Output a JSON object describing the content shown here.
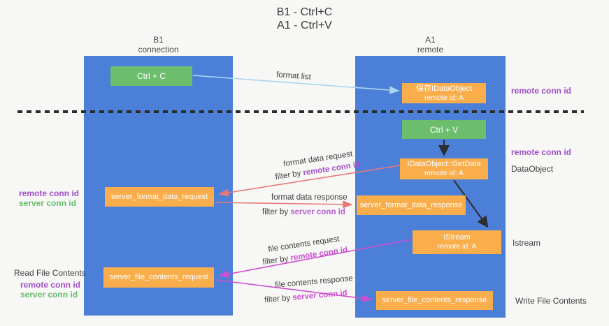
{
  "title": {
    "line1": "B1 - Ctrl+C",
    "line2": "A1 - Ctrl+V"
  },
  "columns": {
    "left": {
      "name": "B1",
      "subtitle": "connection"
    },
    "right": {
      "name": "A1",
      "subtitle": "remote"
    }
  },
  "boxes": {
    "ctrl_c": "Ctrl + C",
    "ctrl_v": "Ctrl + V",
    "save_idataobject": {
      "line1": "保存IDataObject",
      "line2": "remote id: A"
    },
    "getdata": {
      "line1": "IDataObject::GetData",
      "line2": "remote id: A"
    },
    "istream": {
      "line1": "IStream",
      "line2": "remote id: A"
    },
    "format_request": "server_format_data_request",
    "format_response": "server_format_data_response",
    "file_request": "server_file_contents_request",
    "file_response": "server_file_contents_response"
  },
  "arrow_labels": {
    "format_list": "format list",
    "format_data_request": "format data request",
    "format_data_response": "format data response",
    "file_contents_request": "file contents request",
    "file_contents_response": "file contents response",
    "filter_by": "filter by ",
    "remote_conn_id": "remote conn id",
    "server_conn_id": "server conn id"
  },
  "side_labels": {
    "remote_conn_id": "remote conn id",
    "server_conn_id": "server conn id",
    "dataobject": "DataObject",
    "istream": "Istream",
    "read_file_contents": "Read File Contents",
    "write_file_contents": "Write File Contents"
  },
  "colors": {
    "lifeline_blue": "#4c80d8",
    "box_green": "#6cbe6c",
    "box_orange": "#f9ad4b",
    "purple": "#a14fc9",
    "green_label": "#67bd6b",
    "magenta": "#cd4fd1",
    "salmon_arrow": "#e87878",
    "light_blue_arrow": "#a9d7f2",
    "black_arrow": "#2d2d2d"
  }
}
